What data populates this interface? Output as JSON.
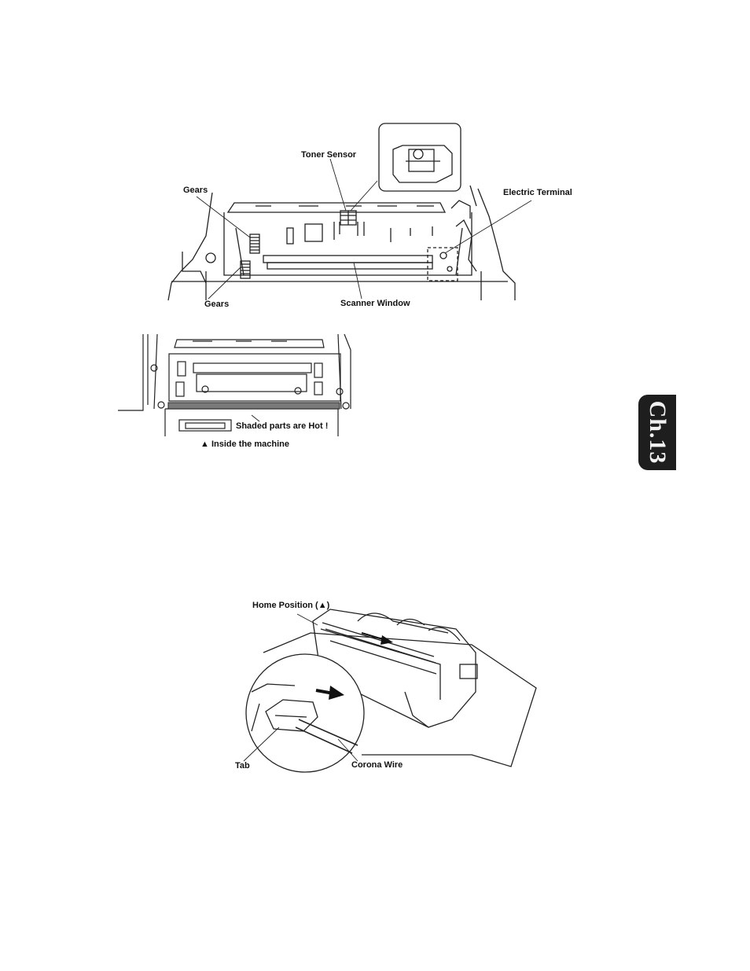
{
  "figure1": {
    "labels": {
      "toner_sensor": "Toner Sensor",
      "gears_top": "Gears",
      "electric_terminal": "Electric Terminal",
      "gears_bottom": "Gears",
      "scanner_window": "Scanner Window"
    }
  },
  "figure2": {
    "labels": {
      "shaded_parts": "Shaded parts are Hot !",
      "caption": "▲ Inside the machine"
    }
  },
  "figure3": {
    "labels": {
      "home_position": "Home Position (▲)",
      "tab": "Tab",
      "corona_wire": "Corona Wire"
    }
  },
  "chapter_tab": {
    "label": "Ch.13"
  }
}
